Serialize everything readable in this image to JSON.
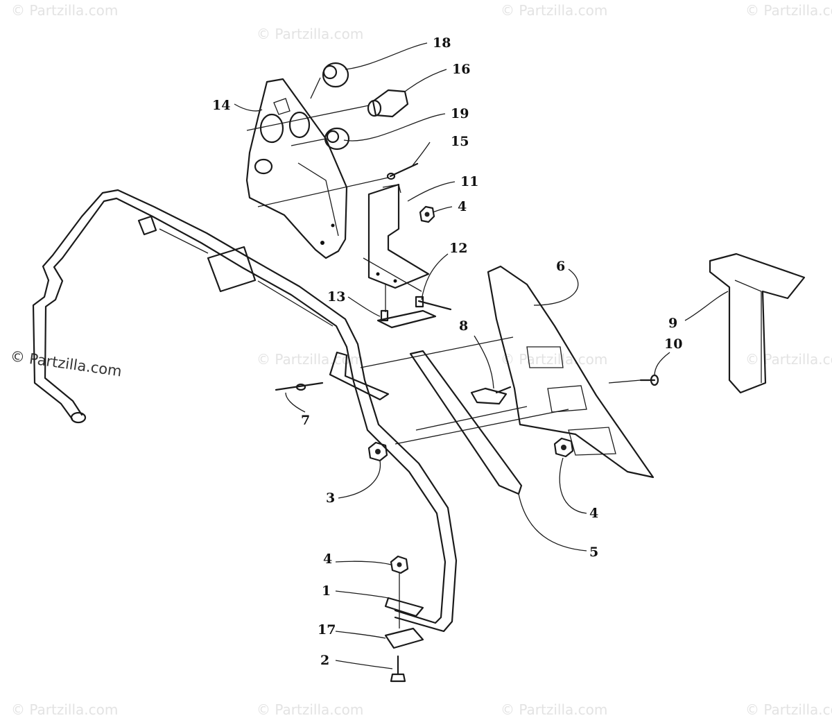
{
  "watermark": {
    "text": "© Partzilla.com",
    "prominent_text": "© Partzilla.com"
  },
  "callouts": {
    "c1": "1",
    "c2": "2",
    "c3": "3",
    "c4a": "4",
    "c4b": "4",
    "c4c": "4",
    "c5": "5",
    "c6": "6",
    "c7": "7",
    "c8": "8",
    "c9": "9",
    "c10": "10",
    "c11": "11",
    "c12": "12",
    "c13": "13",
    "c14": "14",
    "c15": "15",
    "c16": "16",
    "c17": "17",
    "c18": "18",
    "c19": "19"
  }
}
